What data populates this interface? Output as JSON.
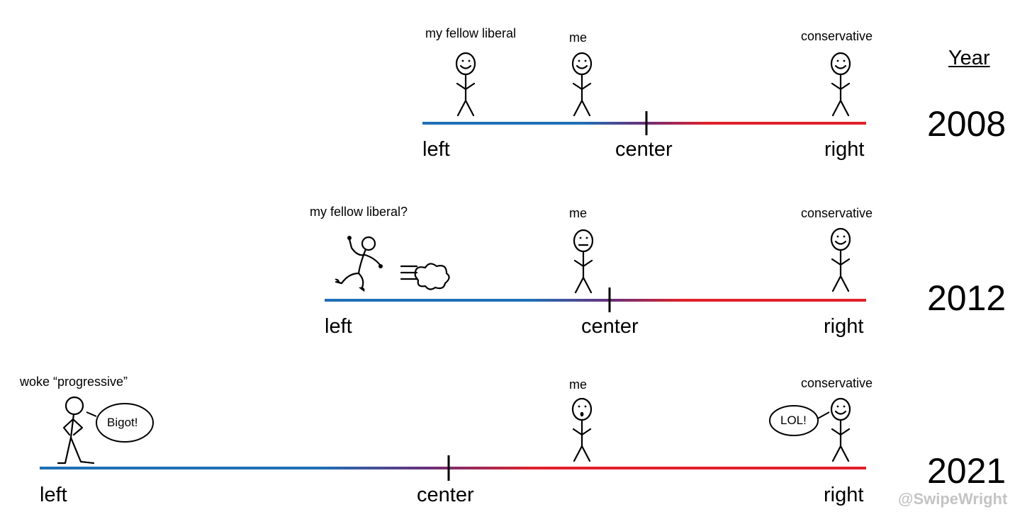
{
  "header": {
    "year_label": "Year"
  },
  "rows": [
    {
      "year": "2008",
      "axis": {
        "left": "left",
        "center": "center",
        "right": "right"
      },
      "figures": {
        "fellow": "my fellow liberal",
        "me": "me",
        "conservative": "conservative"
      }
    },
    {
      "year": "2012",
      "axis": {
        "left": "left",
        "center": "center",
        "right": "right"
      },
      "figures": {
        "fellow": "my fellow liberal?",
        "me": "me",
        "conservative": "conservative"
      }
    },
    {
      "year": "2021",
      "axis": {
        "left": "left",
        "center": "center",
        "right": "right"
      },
      "figures": {
        "fellow": "woke “progressive”",
        "me": "me",
        "conservative": "conservative"
      },
      "bubbles": {
        "woke": "Bigot!",
        "conservative": "LOL!"
      }
    }
  ],
  "watermark": "@SwipeWright",
  "colors": {
    "left": "#1f6fb5",
    "middle": "#6a2f7a",
    "right": "#e0202a"
  }
}
